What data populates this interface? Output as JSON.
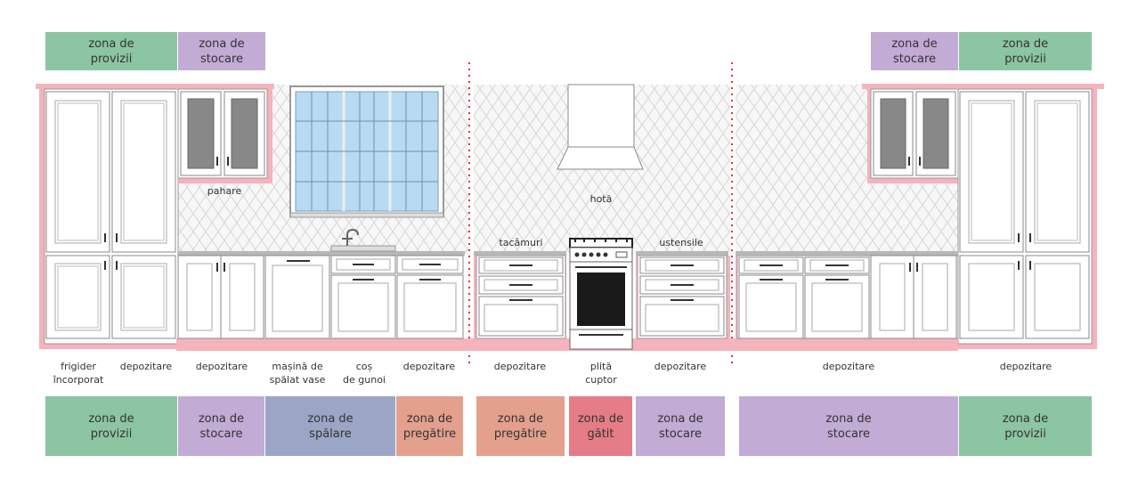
{
  "colors": {
    "provizii": "#8cc5a2",
    "stocare": "#c2abd4",
    "spalare": "#9ba6c6",
    "pregatire": "#e3a08c",
    "gatit": "#e57c88",
    "cabinet_outline": "#f09aa5",
    "tile": "#dedede",
    "glass": "#aed4ef",
    "divider": "#e8303a"
  },
  "top_zones": [
    {
      "id": "z-top-provizii-left",
      "text": "zona de\nprovizii",
      "color": "provizii"
    },
    {
      "id": "z-top-stocare-left",
      "text": "zona de\nstocare",
      "color": "stocare"
    },
    {
      "id": "z-top-stocare-right",
      "text": "zona de\nstocare",
      "color": "stocare"
    },
    {
      "id": "z-top-provizii-right",
      "text": "zona de\nprovizii",
      "color": "provizii"
    }
  ],
  "bottom_zones": [
    {
      "id": "z-bot-provizii-left",
      "text": "zona de\nprovizii",
      "color": "provizii"
    },
    {
      "id": "z-bot-stocare-1",
      "text": "zona de\nstocare",
      "color": "stocare"
    },
    {
      "id": "z-bot-spalare",
      "text": "zona de\nspălare",
      "color": "spalare"
    },
    {
      "id": "z-bot-pregatire-1",
      "text": "zona de\npregătire",
      "color": "pregatire"
    },
    {
      "id": "z-bot-pregatire-2",
      "text": "zona de\npregătire",
      "color": "pregatire"
    },
    {
      "id": "z-bot-gatit",
      "text": "zona de\ngătit",
      "color": "gatit"
    },
    {
      "id": "z-bot-stocare-2",
      "text": "zona de\nstocare",
      "color": "stocare"
    },
    {
      "id": "z-bot-stocare-3",
      "text": "zona de\nstocare",
      "color": "stocare"
    },
    {
      "id": "z-bot-provizii-right",
      "text": "zona de\nprovizii",
      "color": "provizii"
    }
  ],
  "upper_labels": {
    "pahare": "pahare",
    "hota": "hotă",
    "tacamuri": "tacâmuri",
    "ustensile": "ustensile"
  },
  "base_labels": [
    {
      "id": "lbl-frigider",
      "text": "frigider\nîncorporat"
    },
    {
      "id": "lbl-depozitare-1",
      "text": "depozitare"
    },
    {
      "id": "lbl-depozitare-2",
      "text": "depozitare"
    },
    {
      "id": "lbl-masina",
      "text": "mașină de\nspălat vase"
    },
    {
      "id": "lbl-cos",
      "text": "coș\nde gunoi"
    },
    {
      "id": "lbl-depozitare-3",
      "text": "depozitare"
    },
    {
      "id": "lbl-depozitare-4",
      "text": "depozitare"
    },
    {
      "id": "lbl-plita",
      "text": "plită\ncuptor"
    },
    {
      "id": "lbl-depozitare-5",
      "text": "depozitare"
    },
    {
      "id": "lbl-depozitare-6",
      "text": "depozitare"
    },
    {
      "id": "lbl-depozitare-7",
      "text": "depozitare"
    }
  ]
}
